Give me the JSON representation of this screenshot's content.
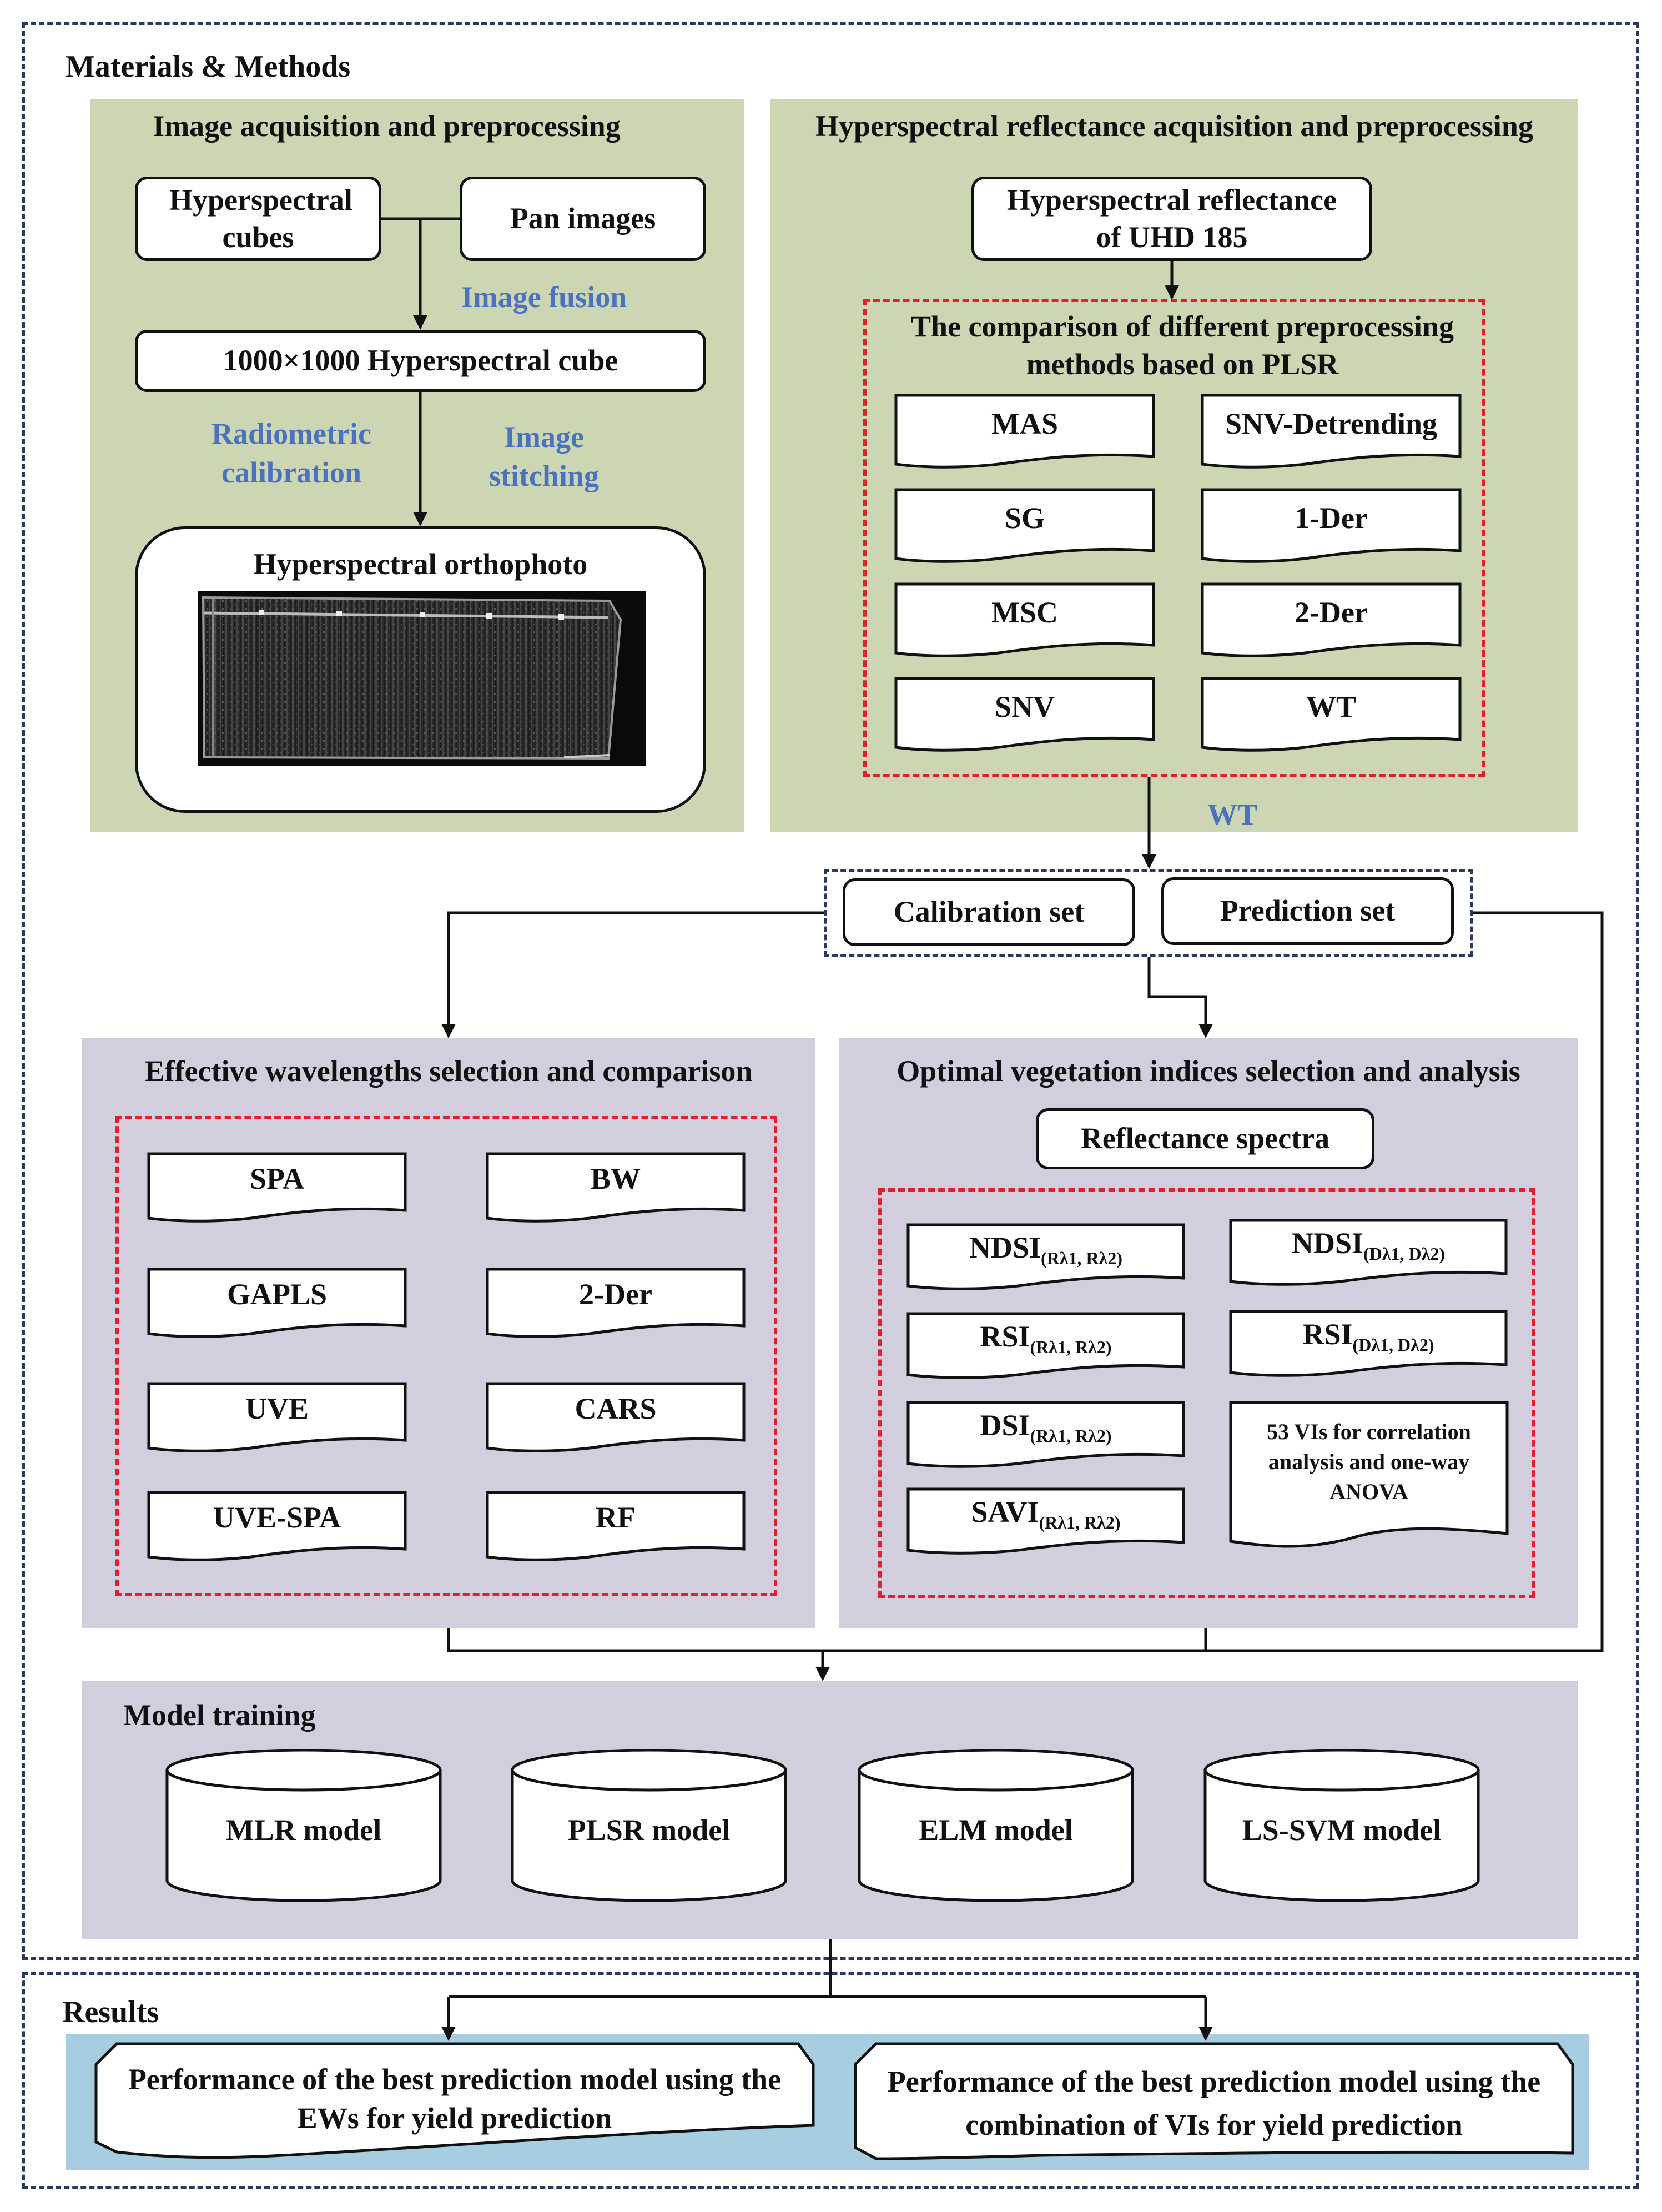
{
  "materials_methods": {
    "title": "Materials & Methods",
    "image_acquisition": {
      "title": "Image acquisition and preprocessing",
      "hyperspectral_cubes": "Hyperspectral cubes",
      "pan_images": "Pan images",
      "image_fusion": "Image fusion",
      "cube_1000": "1000×1000 Hyperspectral cube",
      "radiometric": "Radiometric calibration",
      "stitching": "Image stitching",
      "orthophoto": "Hyperspectral orthophoto"
    },
    "reflectance_acquisition": {
      "title": "Hyperspectral reflectance acquisition and preprocessing",
      "uhd_box": "Hyperspectral reflectance of UHD 185",
      "comparison_title": "The comparison of different preprocessing methods based on PLSR",
      "methods": [
        "MAS",
        "SNV-Detrending",
        "SG",
        "1-Der",
        "MSC",
        "2-Der",
        "SNV",
        "WT"
      ],
      "selected": "WT"
    },
    "sets": {
      "calibration": "Calibration set",
      "prediction": "Prediction set"
    },
    "effective_wavelengths": {
      "title": "Effective wavelengths selection and comparison",
      "methods": [
        "SPA",
        "BW",
        "GAPLS",
        "2-Der",
        "UVE",
        "CARS",
        "UVE-SPA",
        "RF"
      ]
    },
    "vegetation_indices": {
      "title": "Optimal vegetation indices selection and analysis",
      "reflectance": "Reflectance spectra",
      "indices": [
        {
          "name": "NDSI",
          "sub": "(Rλ1, Rλ2)"
        },
        {
          "name": "NDSI",
          "sub": "(Dλ1, Dλ2)"
        },
        {
          "name": "RSI",
          "sub": "(Rλ1, Rλ2)"
        },
        {
          "name": "RSI",
          "sub": "(Dλ1, Dλ2)"
        },
        {
          "name": "DSI",
          "sub": "(Rλ1, Rλ2)"
        },
        {
          "name": "SAVI",
          "sub": "(Rλ1, Rλ2)"
        }
      ],
      "vis_53": "53 VIs for correlation analysis and one-way ANOVA"
    },
    "model_training": {
      "title": "Model training",
      "models": [
        "MLR model",
        "PLSR model",
        "ELM model",
        "LS-SVM model"
      ]
    }
  },
  "results": {
    "title": "Results",
    "left": "Performance of the best prediction model using the EWs for yield prediction",
    "right": "Performance of the best prediction model using the combination of VIs for yield prediction"
  },
  "colors": {
    "green_panel": "#cdd6b2",
    "purple_panel": "#d3cedd",
    "blue_panel": "#a6cde0",
    "red_dash": "#e0202a",
    "navy_dash": "#2b3a5c",
    "blue_text": "#4a72c0"
  }
}
